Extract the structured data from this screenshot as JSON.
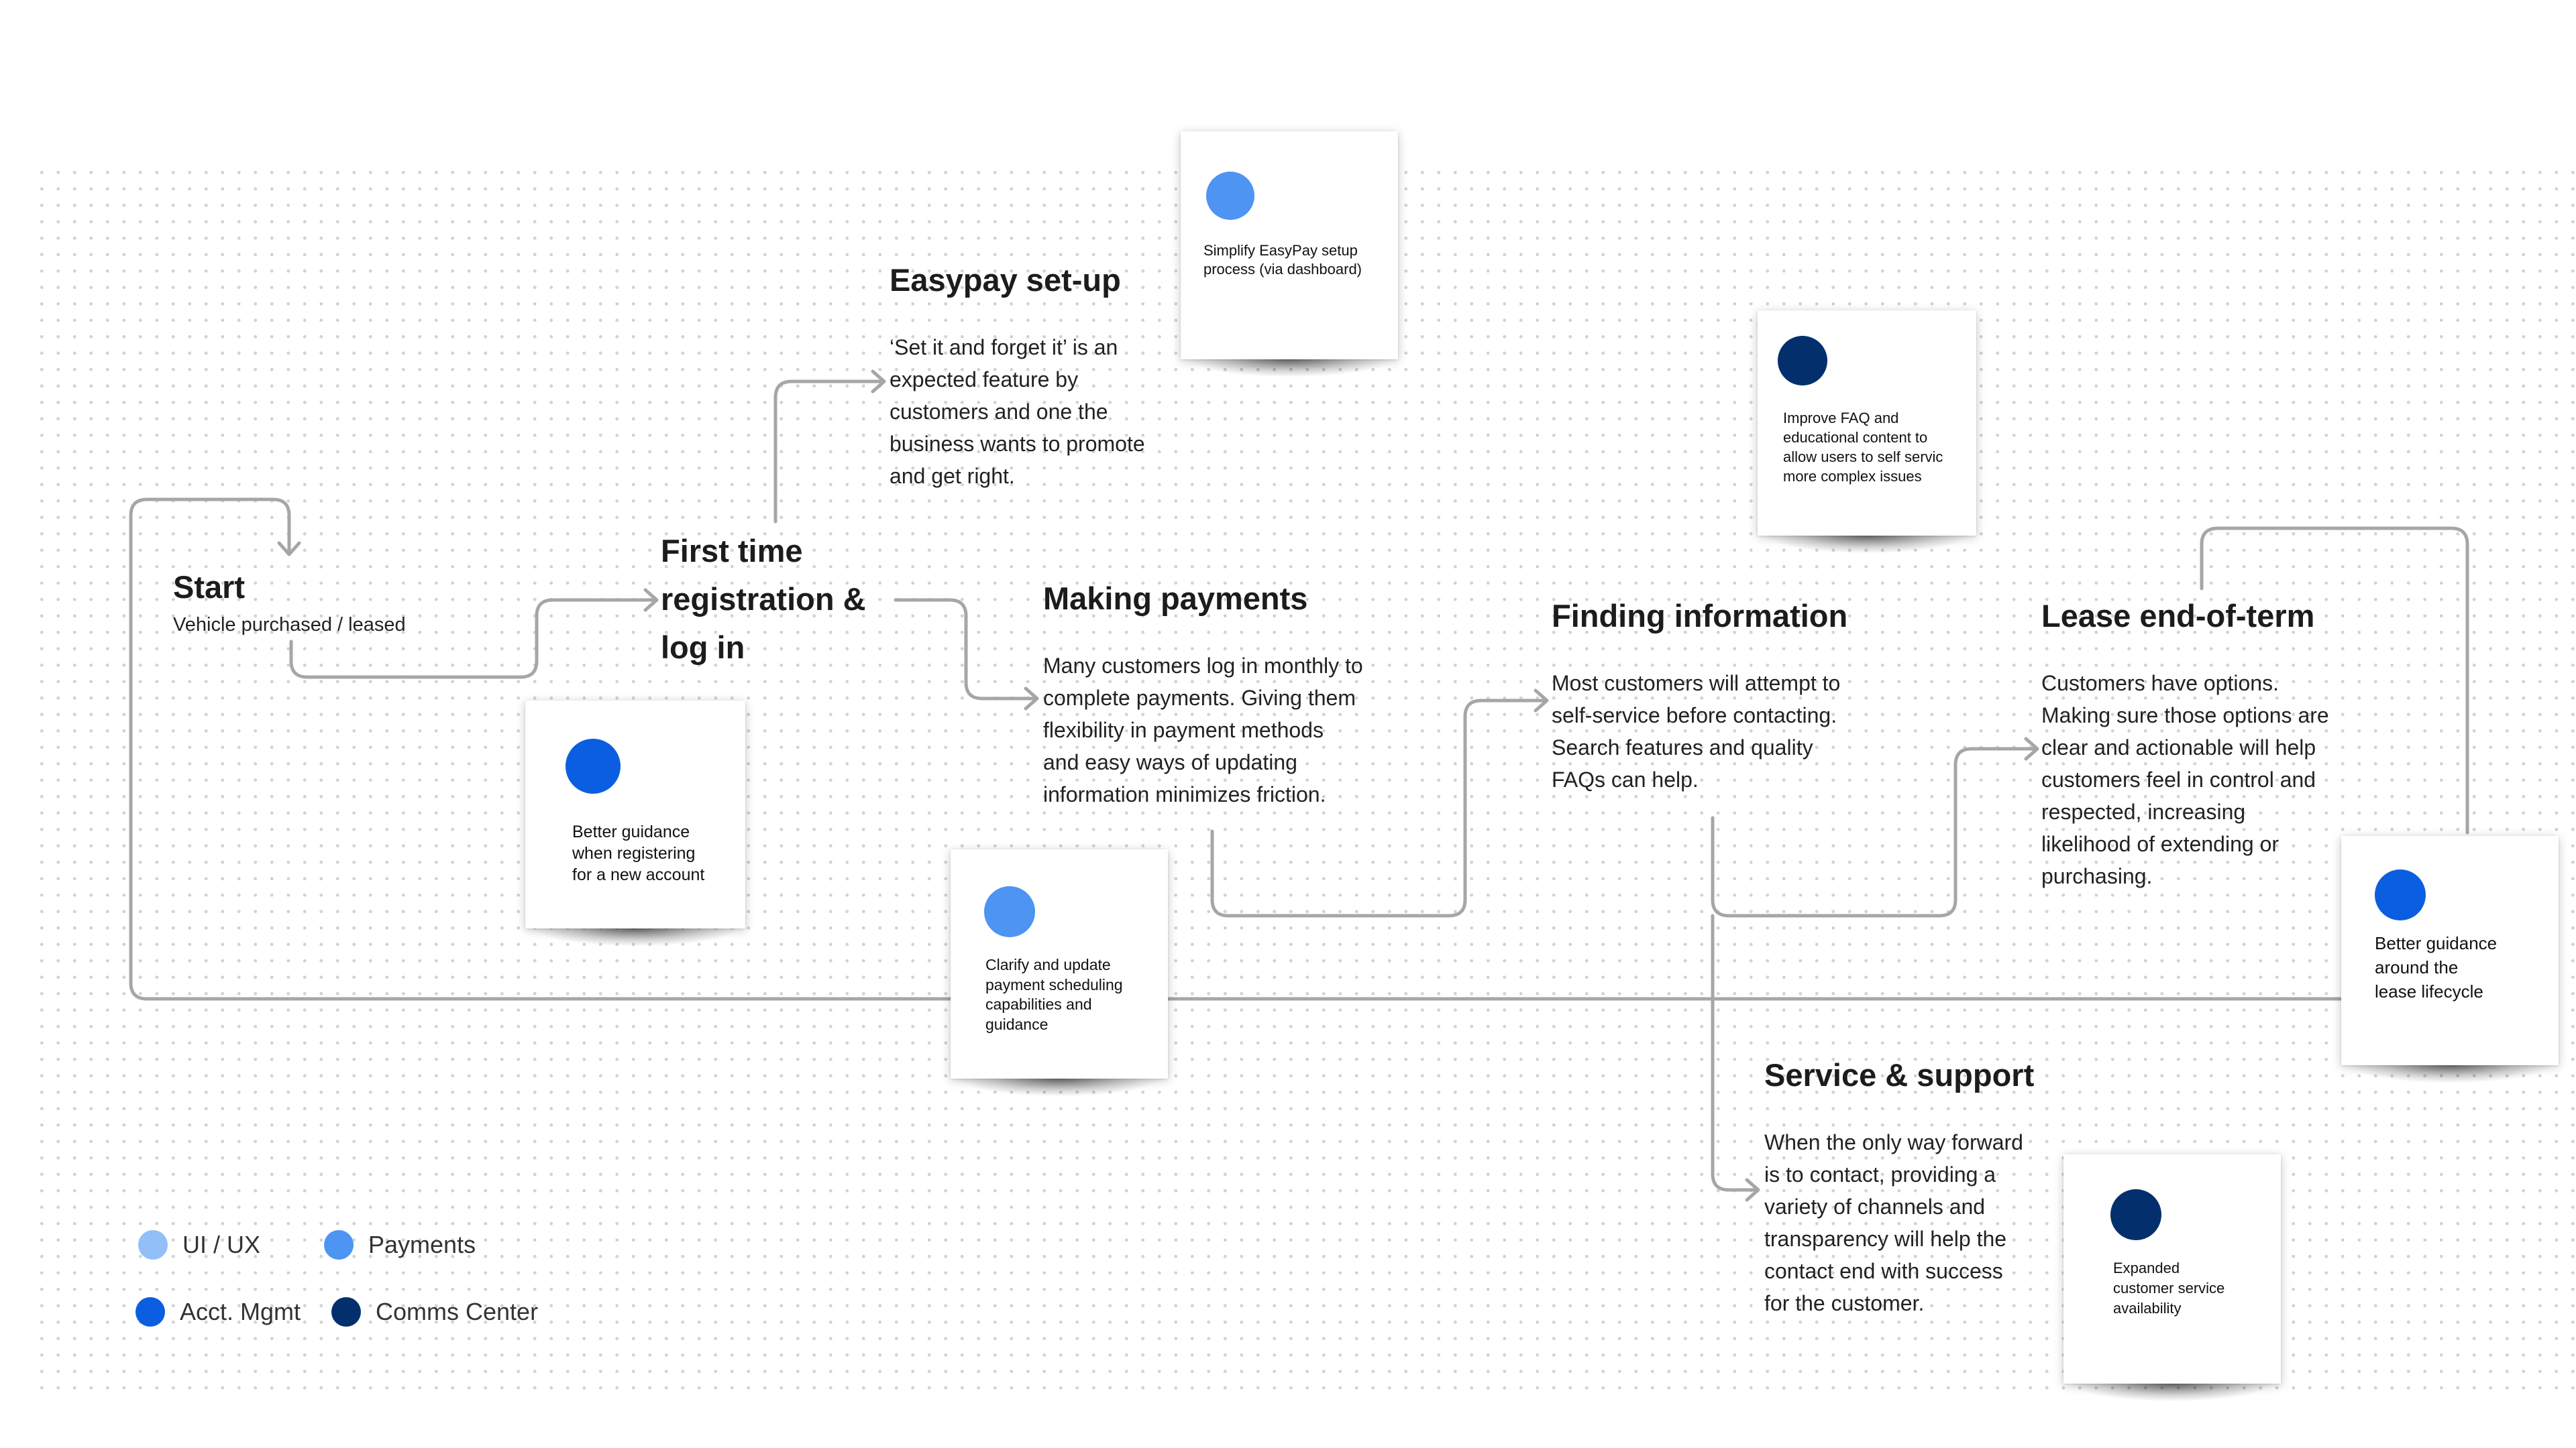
{
  "colors": {
    "ui_ux": "#93bff8",
    "payments": "#4d94f3",
    "acct_mgmt": "#0b5ee0",
    "comms_center": "#042f6d",
    "connector": "#a6a6a6"
  },
  "stages": {
    "start": {
      "title": "Start",
      "subtitle": "Vehicle purchased / leased"
    },
    "registration": {
      "title": "First time\nregistration &\nlog in"
    },
    "easypay": {
      "title": "Easypay set-up",
      "description": "‘Set it and forget it’ is an\nexpected feature by\ncustomers and one the\nbusiness wants to promote\nand get right."
    },
    "payments": {
      "title": "Making payments",
      "description": "Many customers log in monthly to\ncomplete payments. Giving them\nflexibility in  payment methods\nand easy ways of updating\ninformation minimizes friction."
    },
    "finding": {
      "title": "Finding information",
      "description": "Most customers will attempt to\nself-service before contacting.\nSearch features and quality\nFAQs can help."
    },
    "lease": {
      "title": "Lease end-of-term",
      "description": "Customers have options.\nMaking sure those options are\nclear and actionable will help\ncustomers feel in control and\nrespected, increasing\nlikelihood of extending or\npurchasing."
    },
    "service": {
      "title": "Service & support",
      "description": "When the only way forward\nis to contact, providing a\nvariety of channels and\ntransparency will help the\ncontact end with success\nfor the customer."
    }
  },
  "notes": {
    "easypay": {
      "category": "payments",
      "text": "Simplify EasyPay setup\nprocess (via dashboard)"
    },
    "faq": {
      "category": "comms_center",
      "text": "Improve FAQ and\neducational content to\nallow users to self servic\nmore complex issues"
    },
    "registration": {
      "category": "acct_mgmt",
      "text": "Better guidance\nwhen registering\nfor a new account"
    },
    "payments": {
      "category": "payments",
      "text": "Clarify and update\npayment scheduling\ncapabilities and\nguidance"
    },
    "lease": {
      "category": "acct_mgmt",
      "text": "Better guidance\naround the\nlease lifecycle"
    },
    "support": {
      "category": "comms_center",
      "text": "Expanded\ncustomer service\navailability"
    }
  },
  "legend": [
    {
      "key": "ui_ux",
      "label": "UI / UX"
    },
    {
      "key": "payments",
      "label": "Payments"
    },
    {
      "key": "acct_mgmt",
      "label": "Acct. Mgmt"
    },
    {
      "key": "comms_center",
      "label": "Comms Center"
    }
  ]
}
